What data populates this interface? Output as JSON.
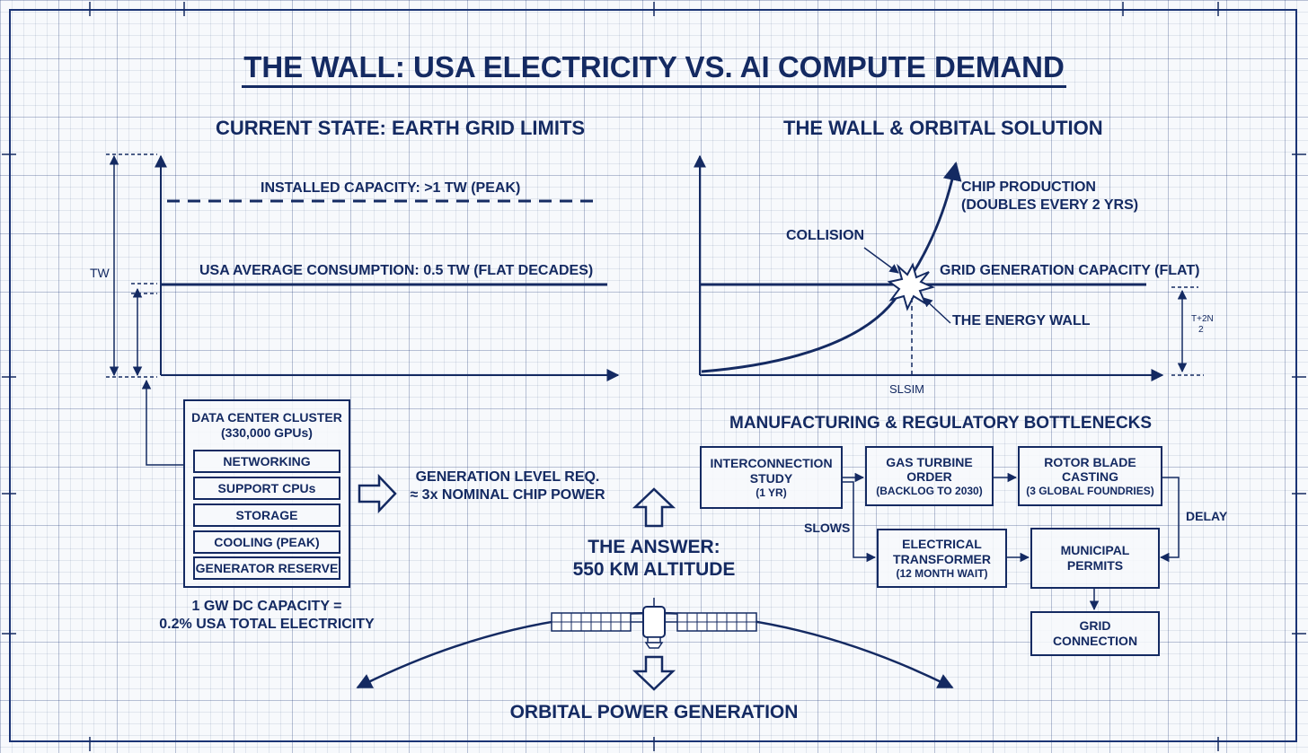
{
  "title": "THE WALL: USA ELECTRICITY VS. AI COMPUTE DEMAND",
  "left_panel": {
    "heading": "CURRENT STATE: EARTH GRID LIMITS",
    "axis_label": "TW",
    "installed_capacity": "INSTALLED CAPACITY: >1 TW (PEAK)",
    "average_consumption": "USA AVERAGE CONSUMPTION: 0.5 TW (FLAT DECADES)"
  },
  "right_panel": {
    "heading": "THE WALL & ORBITAL SOLUTION",
    "chip_line1": "CHIP PRODUCTION",
    "chip_line2": "(DOUBLES EVERY 2 YRS)",
    "collision": "COLLISION",
    "grid_capacity": "GRID GENERATION CAPACITY (FLAT)",
    "energy_wall": "THE ENERGY WALL",
    "x_marker": "SLSIM",
    "scale_top": "T+2N",
    "scale_bottom": "2"
  },
  "data_center": {
    "title_line1": "DATA CENTER CLUSTER",
    "title_line2": "(330,000 GPUs)",
    "items": [
      "NETWORKING",
      "SUPPORT CPUs",
      "STORAGE",
      "COOLING (PEAK)",
      "GENERATOR RESERVE"
    ],
    "caption_line1": "1 GW DC CAPACITY =",
    "caption_line2": "0.2% USA TOTAL ELECTRICITY"
  },
  "generation": {
    "line1": "GENERATION LEVEL REQ.",
    "line2": "≈ 3x NOMINAL CHIP POWER"
  },
  "answer": {
    "line1": "THE ANSWER:",
    "line2": "550 KM ALTITUDE",
    "orbital": "ORBITAL POWER GENERATION"
  },
  "bottlenecks": {
    "heading": "MANUFACTURING & REGULATORY BOTTLENECKS",
    "interconnection": [
      "INTERCONNECTION",
      "STUDY",
      "(1 YR)"
    ],
    "gas_turbine": [
      "GAS TURBINE",
      "ORDER",
      "(BACKLOG TO 2030)"
    ],
    "rotor_blade": [
      "ROTOR BLADE",
      "CASTING",
      "(3 GLOBAL FOUNDRIES)"
    ],
    "transformer": [
      "ELECTRICAL",
      "TRANSFORMER",
      "(12 MONTH WAIT)"
    ],
    "permits": [
      "MUNICIPAL",
      "PERMITS"
    ],
    "grid_connection": [
      "GRID",
      "CONNECTION"
    ],
    "slows": "SLOWS",
    "delay": "DELAY"
  },
  "colors": {
    "ink": "#142a62",
    "background": "#f7f9fc",
    "grid": "#1e3778"
  }
}
